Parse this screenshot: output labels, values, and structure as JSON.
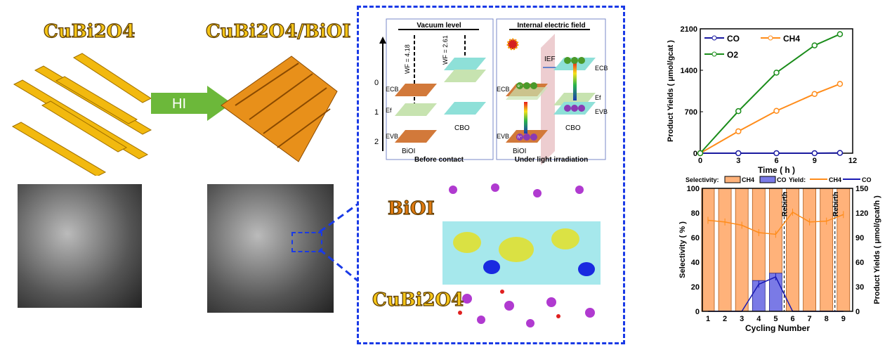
{
  "left": {
    "material1": "CuBi2O4",
    "material2": "CuBi2O4/BiOI",
    "arrow_label": "HI"
  },
  "band": {
    "panel1": {
      "title": "Vacuum level",
      "wf1": "WF = 4.18",
      "wf2": "WF = 2.61",
      "caption": "Before contact",
      "m1": "BiOI",
      "m2": "CBO",
      "yticks": [
        "0",
        "1",
        "2"
      ],
      "ecb": "ECB",
      "ef": "Ef",
      "evb": "EVB"
    },
    "panel2": {
      "title": "Internal electric field",
      "ief": "IEF",
      "caption": "Under light irradiation",
      "m1": "BiOI",
      "m2": "CBO",
      "e": "e⁻",
      "h": "h⁺"
    }
  },
  "dft": {
    "top_label": "BiOI",
    "bottom_label": "CuBi2O4"
  },
  "chart_data": [
    {
      "type": "line",
      "xlabel": "Time ( h )",
      "ylabel": "Product Yields ( μmol/gcat )",
      "xlim": [
        0,
        12
      ],
      "ylim": [
        0,
        2100
      ],
      "xticks": [
        "0",
        "3",
        "6",
        "9",
        "12"
      ],
      "yticks": [
        "0",
        "700",
        "1400",
        "2100"
      ],
      "legend": "top-left",
      "x": [
        0,
        3,
        6,
        9,
        11
      ],
      "series": [
        {
          "name": "CO",
          "color": "#1a1aa0",
          "values": [
            0,
            0,
            0,
            0,
            5
          ]
        },
        {
          "name": "CH4",
          "color": "#ff8c1a",
          "values": [
            0,
            370,
            715,
            1000,
            1170
          ]
        },
        {
          "name": "O2",
          "color": "#1a8c1a",
          "values": [
            0,
            710,
            1360,
            1820,
            2010
          ]
        }
      ]
    },
    {
      "type": "bar",
      "xlabel": "Cycling Number",
      "ylabel": "Selectivity ( % )",
      "y2label": "Product Yields ( μmol/gcat/h )",
      "categories": [
        "1",
        "2",
        "3",
        "4",
        "5",
        "6",
        "7",
        "8",
        "9"
      ],
      "ylim": [
        0,
        100
      ],
      "y2lim": [
        0,
        150
      ],
      "yticks": [
        "0",
        "20",
        "40",
        "60",
        "80",
        "100"
      ],
      "y2ticks": [
        "0",
        "30",
        "60",
        "90",
        "120",
        "150"
      ],
      "legend_sel": "Selectivity:",
      "legend_yield": "Yield:",
      "selectivity": [
        {
          "name": "CH4",
          "color": "#ffb27a",
          "values": [
            100,
            100,
            100,
            75,
            69,
            100,
            100,
            100,
            100
          ]
        },
        {
          "name": "CO",
          "color": "#7a7ae6",
          "values": [
            0,
            0,
            0,
            25,
            31,
            0,
            0,
            0,
            0
          ]
        }
      ],
      "yield": [
        {
          "name": "CH4",
          "color": "#ff8c1a",
          "values": [
            111,
            109,
            105,
            96,
            94,
            121,
            109,
            110,
            118
          ]
        },
        {
          "name": "CO",
          "color": "#1a1ab4",
          "values": [
            0,
            0,
            0,
            33,
            42,
            0,
            0,
            0,
            0
          ]
        }
      ],
      "annotations": [
        {
          "text": "Rebirth",
          "x": 5.5
        },
        {
          "text": "Rebirth",
          "x": 8.5
        }
      ]
    }
  ]
}
